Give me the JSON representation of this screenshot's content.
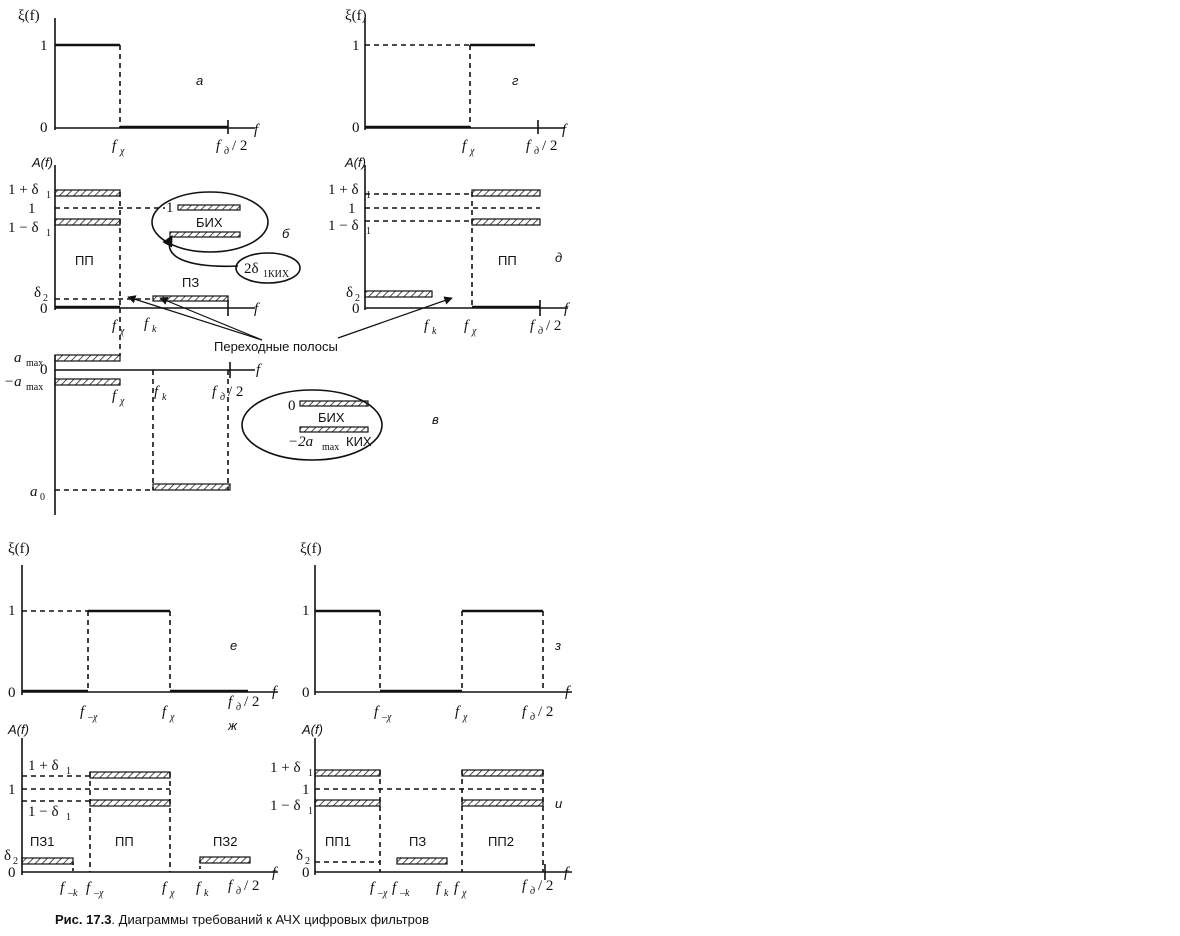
{
  "caption": {
    "number": "Рис. 17.3",
    "text": ". Диаграммы требований к АЧХ цифровых фильтров"
  },
  "letters": {
    "a": "а",
    "b": "б",
    "v": "в",
    "g": "г",
    "d": "д",
    "e": "е",
    "zh": "ж",
    "z": "з",
    "i": "и"
  },
  "labels": {
    "xi": "ξ(f)",
    "A": "A(f)",
    "f": "f",
    "one": "1",
    "zero": "0",
    "f_chi": "f",
    "f_chi_sub": "χ",
    "f_k": "f",
    "f_k_sub": "k",
    "f_mchi_sub": "–χ",
    "f_mk_sub": "–k",
    "f_d": "f",
    "f_d_sub": "д",
    "f_d_tail": " / 2",
    "one_plus": "1 + δ",
    "one_minus": "1 − δ",
    "delta1_sub": "1",
    "delta2": "δ",
    "delta2_sub": "2",
    "a_max": "a",
    "a_max_sub": "max",
    "minus_a_max": "−a",
    "a0": "a",
    "a0_sub": "0",
    "pp": "ПП",
    "pz": "ПЗ",
    "pz1": "ПЗ1",
    "pz2": "ПЗ2",
    "pp1": "ПП1",
    "pp2": "ПП2",
    "transition": "Переходные полосы",
    "bih": "БИХ",
    "two_delta": "2δ",
    "two_delta_sub": "1КИХ",
    "two_a": "−2a",
    "two_a_sub": "max",
    "kih": "КИХ"
  }
}
